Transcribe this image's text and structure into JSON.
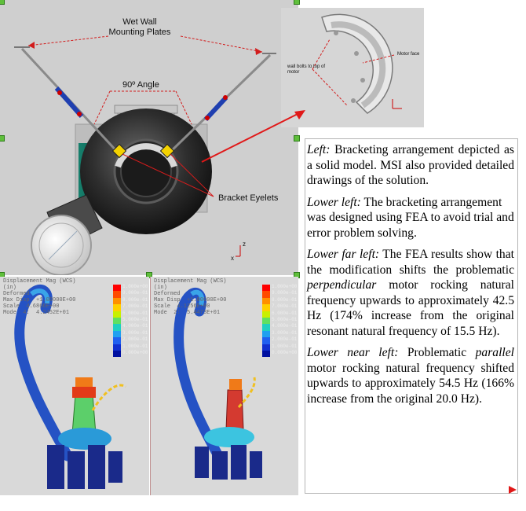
{
  "callouts": {
    "wet_wall": "Wet Wall\nMounting Plates",
    "angle": "90º Angle",
    "eyelets": "Bracket Eyelets",
    "inset_left": "wall bolts to top of motor",
    "inset_right": "Motor face",
    "axis_z": "z",
    "axis_x": "x"
  },
  "fea": {
    "left_header": "Displacement Mag (WCS)\n(in)\nDeformed\nMax Disp  +1.00000E+00\nScale  4.6866E+00\nMode  4:  4.2452E+01",
    "right_header": "Displacement Mag (WCS)\n(in)\nDeformed\nMax Disp  +1.00000E+00\nScale  4.1256E+00\nMode  2:  5.4473E+01",
    "legend_values": [
      "1.000e+00",
      "9.000e-01",
      "8.000e-01",
      "7.000e-01",
      "6.000e-01",
      "5.000e-01",
      "4.000e-01",
      "3.000e-01",
      "2.000e-01",
      "1.000e-01",
      "0.000e+00"
    ],
    "legend_colors": [
      "#ff0000",
      "#ff4a00",
      "#ff9000",
      "#ffd000",
      "#c8f000",
      "#60e060",
      "#20d0c0",
      "#20a0f0",
      "#2060f0",
      "#1030d0",
      "#0010a0"
    ]
  },
  "caption": {
    "p1_lead": "Left:",
    "p1_body": "Bracketing arrangement depicted as a solid model.  MSI also provided detailed drawings of the solution.",
    "p2_lead": "Lower left:",
    "p2_body": "The bracketing arrangement was designed using FEA to avoid trial and error problem solving.",
    "p3_lead": "Lower far left:",
    "p3_body_a": "The FEA results show that the modification shifts the problematic",
    "p3_em": "perpendicular",
    "p3_body_b": "motor rocking natural frequency upwards to approximately 42.5 Hz (174% increase from the original resonant natural frequency of 15.5 Hz).",
    "p4_lead": "Lower near left:",
    "p4_body_a": "Problematic",
    "p4_em": "parallel",
    "p4_body_b": "motor rocking natural frequency shifted upwards to approximately 54.5 Hz (166% increase from the original 20.0 Hz)."
  }
}
